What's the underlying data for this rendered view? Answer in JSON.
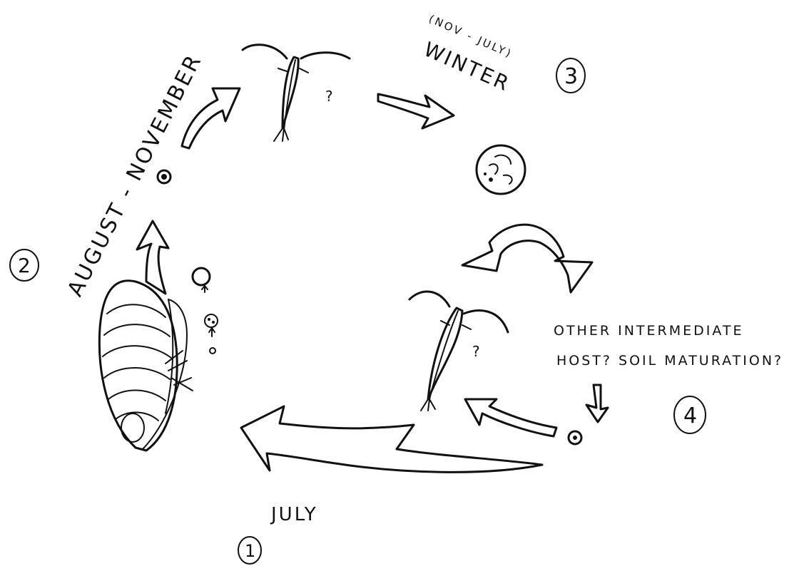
{
  "stages": [
    {
      "number": "1",
      "label": "JULY"
    },
    {
      "number": "2",
      "label": "AUGUST - NOVEMBER"
    },
    {
      "number": "3",
      "label": "WINTER",
      "sublabel": "(NOV - JULY)"
    },
    {
      "number": "4",
      "label_line1": "OTHER INTERMEDIATE",
      "label_line2": "HOST? SOIL MATURATION?"
    }
  ],
  "unknown_marks": {
    "copepod_top": "?",
    "copepod_right": "?"
  }
}
